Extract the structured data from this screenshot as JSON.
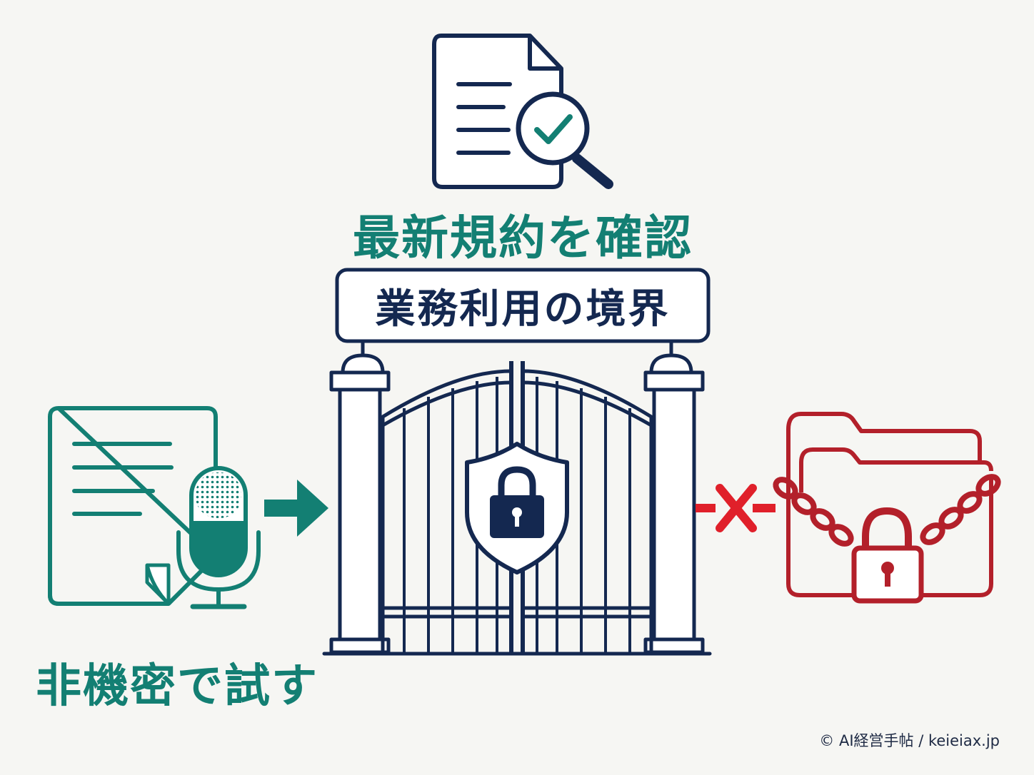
{
  "labels": {
    "check_terms": "最新規約を確認",
    "boundary": "業務利用の境界",
    "try_nonconfidential": "非機密で試す"
  },
  "credit": "© AI経営手帖 / keieiax.jp",
  "colors": {
    "teal": "#137f73",
    "navy": "#142850",
    "red": "#b3202a",
    "cross": "#e0202a",
    "background": "#f6f6f3"
  },
  "icons": {
    "top": [
      "document-icon",
      "magnifier-check-icon"
    ],
    "left": [
      "document-icon",
      "microphone-icon"
    ],
    "center": [
      "gate-icon",
      "shield-lock-icon"
    ],
    "right": [
      "folder-icon",
      "chain-icon",
      "padlock-icon"
    ],
    "arrows": [
      "arrow-right-icon",
      "blocked-cross-icon"
    ]
  }
}
